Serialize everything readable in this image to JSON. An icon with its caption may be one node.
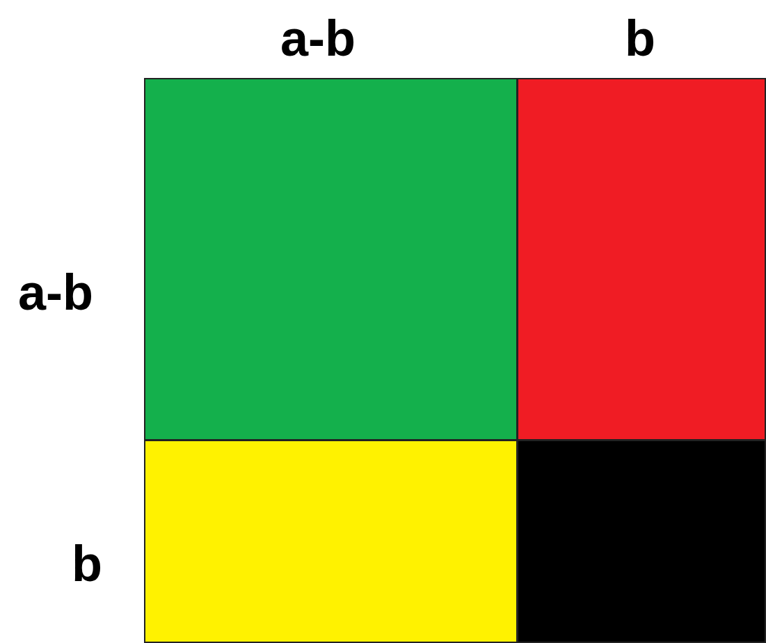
{
  "diagram": {
    "nodes": [
      {
        "text": [],
        "shape": "box"
      },
      {
        "text": [],
        "shape": "box"
      },
      {
        "text": [],
        "shape": "box"
      },
      {
        "text": [],
        "shape": "box"
      }
    ],
    "labels": [
      "a-b",
      "b",
      "a-b",
      "b"
    ]
  }
}
